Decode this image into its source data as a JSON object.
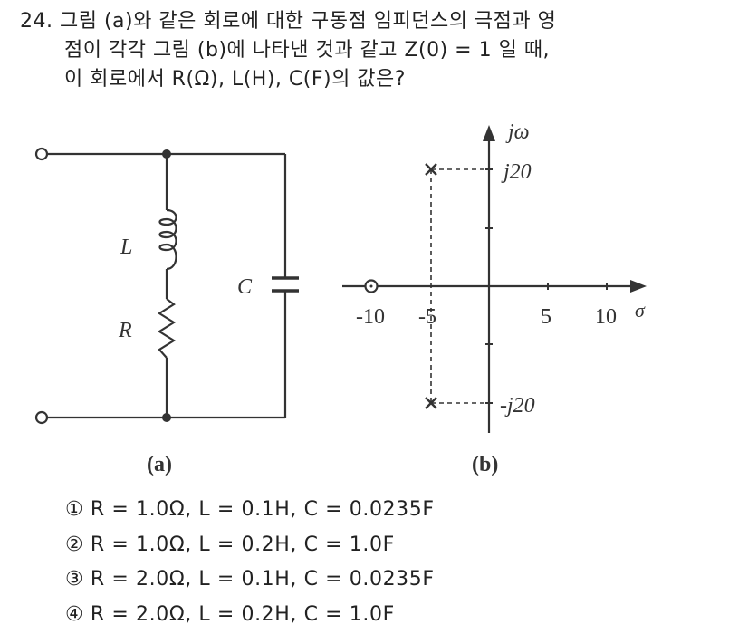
{
  "question": {
    "number": "24.",
    "lines": [
      "그림 (a)와 같은 회로에 대한 구동점 임피던스의 극점과 영",
      "점이 각각 그림 (b)에 나타낸 것과 같고 Z(0) = 1 일 때,",
      "이 회로에서 R(Ω), L(H), C(F)의 값은?"
    ]
  },
  "figure_a": {
    "caption": "(a)",
    "labels": {
      "L": "L",
      "R": "R",
      "C": "C"
    }
  },
  "figure_b": {
    "caption": "(b)",
    "axis_y_label": "jω",
    "axis_x_label": "σ",
    "x_ticks": [
      "-10",
      "-5",
      "5",
      "10"
    ],
    "pole_labels": [
      "j20",
      "-j20"
    ]
  },
  "chart_data": {
    "type": "scatter",
    "title": "Pole-zero plot (b)",
    "xlabel": "σ",
    "ylabel": "jω",
    "x_ticks": [
      -10,
      -5,
      5,
      10
    ],
    "poles": [
      {
        "sigma": -5,
        "omega": 20
      },
      {
        "sigma": -5,
        "omega": -20
      }
    ],
    "zeros": [
      {
        "sigma": -10,
        "omega": 0
      }
    ]
  },
  "options": [
    {
      "marker": "①",
      "text": "R = 1.0Ω, L = 0.1H, C = 0.0235F"
    },
    {
      "marker": "②",
      "text": "R = 1.0Ω, L = 0.2H, C = 1.0F"
    },
    {
      "marker": "③",
      "text": "R = 2.0Ω, L = 0.1H, C = 0.0235F"
    },
    {
      "marker": "④",
      "text": "R = 2.0Ω, L = 0.2H, C = 1.0F"
    }
  ]
}
